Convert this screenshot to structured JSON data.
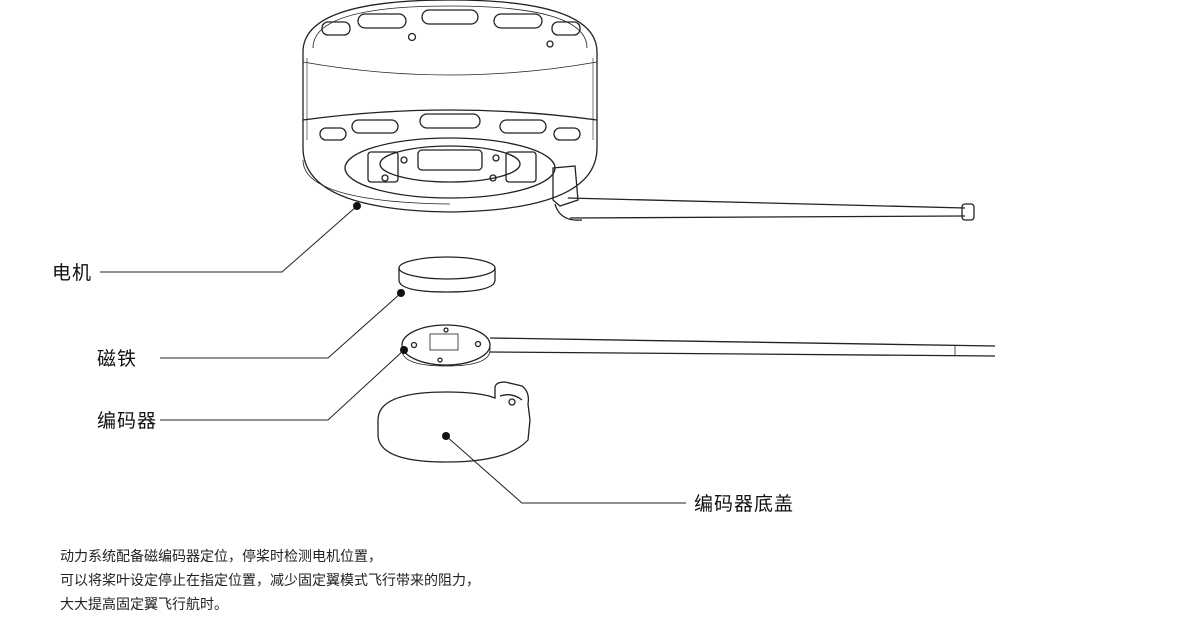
{
  "labels": {
    "motor": "电机",
    "magnet": "磁铁",
    "encoder": "编码器",
    "encoder_cover": "编码器底盖"
  },
  "description": {
    "line1": "动力系统配备磁编码器定位，停桨时检测电机位置，",
    "line2": "可以将桨叶设定停止在指定位置，减少固定翼模式飞行带来的阻力，",
    "line3": "大大提高固定翼飞行航时。"
  }
}
